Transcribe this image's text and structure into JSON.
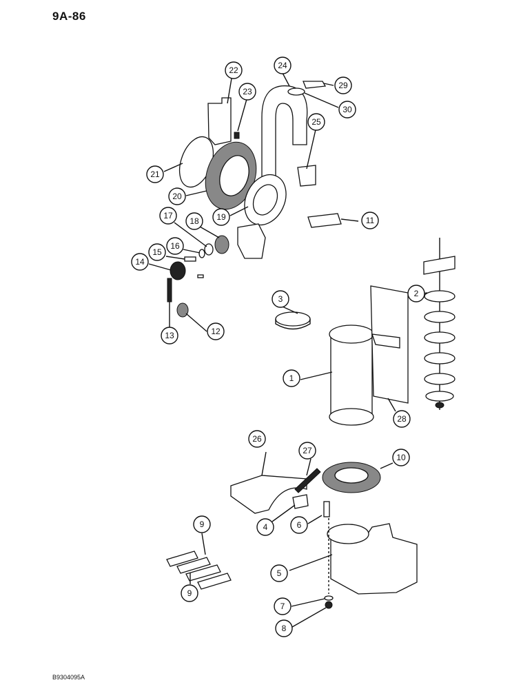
{
  "page": {
    "number": "9A-86",
    "figure_code": "B9304095A"
  },
  "callouts": {
    "c1": "1",
    "c2": "2",
    "c3": "3",
    "c4": "4",
    "c5": "5",
    "c6": "6",
    "c7": "7",
    "c8": "8",
    "c9a": "9",
    "c9b": "9",
    "c10": "10",
    "c11": "11",
    "c12": "12",
    "c13": "13",
    "c14": "14",
    "c15": "15",
    "c16": "16",
    "c17": "17",
    "c18": "18",
    "c19": "19",
    "c20": "20",
    "c21": "21",
    "c22": "22",
    "c23": "23",
    "c24": "24",
    "c25": "25",
    "c26": "26",
    "c27": "27",
    "c28": "28",
    "c29": "29",
    "c30": "30"
  }
}
